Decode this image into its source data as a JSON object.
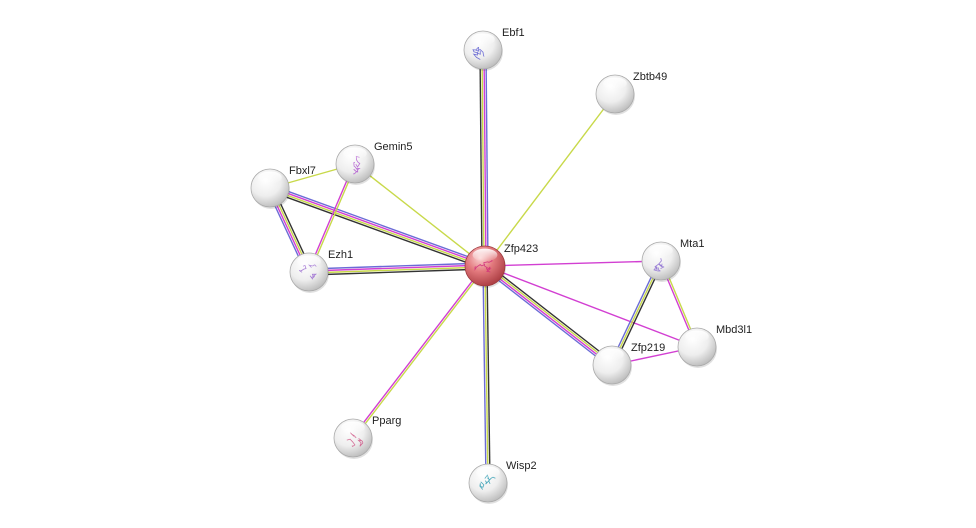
{
  "network": {
    "center": "Zfp423",
    "nodes": [
      {
        "id": "Zfp423",
        "label": "Zfp423",
        "type": "query",
        "color": "#d9545a",
        "structure": true
      },
      {
        "id": "Ebf1",
        "label": "Ebf1",
        "type": "partner",
        "color": "#e9e9e9",
        "structure": true
      },
      {
        "id": "Zbtb49",
        "label": "Zbtb49",
        "type": "partner",
        "color": "#e9e9e9",
        "structure": false
      },
      {
        "id": "Gemin5",
        "label": "Gemin5",
        "type": "partner",
        "color": "#e9e9e9",
        "structure": true
      },
      {
        "id": "Fbxl7",
        "label": "Fbxl7",
        "type": "partner",
        "color": "#e9e9e9",
        "structure": false
      },
      {
        "id": "Ezh1",
        "label": "Ezh1",
        "type": "partner",
        "color": "#e9e9e9",
        "structure": true
      },
      {
        "id": "Mta1",
        "label": "Mta1",
        "type": "partner",
        "color": "#e9e9e9",
        "structure": true
      },
      {
        "id": "Mbd3l1",
        "label": "Mbd3l1",
        "type": "partner",
        "color": "#e9e9e9",
        "structure": false
      },
      {
        "id": "Zfp219",
        "label": "Zfp219",
        "type": "partner",
        "color": "#e9e9e9",
        "structure": false
      },
      {
        "id": "Pparg",
        "label": "Pparg",
        "type": "partner",
        "color": "#e9e9e9",
        "structure": true
      },
      {
        "id": "Wisp2",
        "label": "Wisp2",
        "type": "partner",
        "color": "#e9e9e9",
        "structure": true
      }
    ],
    "edges": [
      {
        "source": "Zfp423",
        "target": "Ebf1",
        "evidence": [
          "coexpression",
          "textmining",
          "experiments",
          "database"
        ]
      },
      {
        "source": "Zfp423",
        "target": "Zbtb49",
        "evidence": [
          "textmining"
        ]
      },
      {
        "source": "Zfp423",
        "target": "Gemin5",
        "evidence": [
          "textmining"
        ]
      },
      {
        "source": "Zfp423",
        "target": "Fbxl7",
        "evidence": [
          "coexpression",
          "textmining",
          "experiments",
          "database"
        ]
      },
      {
        "source": "Zfp423",
        "target": "Ezh1",
        "evidence": [
          "coexpression",
          "textmining",
          "experiments",
          "database"
        ]
      },
      {
        "source": "Zfp423",
        "target": "Mta1",
        "evidence": [
          "experiments"
        ]
      },
      {
        "source": "Zfp423",
        "target": "Mbd3l1",
        "evidence": [
          "experiments"
        ]
      },
      {
        "source": "Zfp423",
        "target": "Zfp219",
        "evidence": [
          "coexpression",
          "textmining",
          "experiments",
          "database"
        ]
      },
      {
        "source": "Zfp423",
        "target": "Pparg",
        "evidence": [
          "textmining",
          "experiments"
        ]
      },
      {
        "source": "Zfp423",
        "target": "Wisp2",
        "evidence": [
          "coexpression",
          "textmining",
          "database"
        ]
      },
      {
        "source": "Fbxl7",
        "target": "Gemin5",
        "evidence": [
          "textmining"
        ]
      },
      {
        "source": "Fbxl7",
        "target": "Ezh1",
        "evidence": [
          "coexpression",
          "textmining",
          "experiments",
          "database"
        ]
      },
      {
        "source": "Gemin5",
        "target": "Ezh1",
        "evidence": [
          "textmining",
          "experiments"
        ]
      },
      {
        "source": "Mta1",
        "target": "Zfp219",
        "evidence": [
          "coexpression",
          "textmining",
          "database"
        ]
      },
      {
        "source": "Mta1",
        "target": "Mbd3l1",
        "evidence": [
          "textmining",
          "experiments"
        ]
      },
      {
        "source": "Zfp219",
        "target": "Mbd3l1",
        "evidence": [
          "experiments"
        ]
      }
    ],
    "evidence_colors": {
      "coexpression": "#333333",
      "textmining": "#c8d94a",
      "experiments": "#d23fd2",
      "database": "#6b6bd6"
    }
  }
}
